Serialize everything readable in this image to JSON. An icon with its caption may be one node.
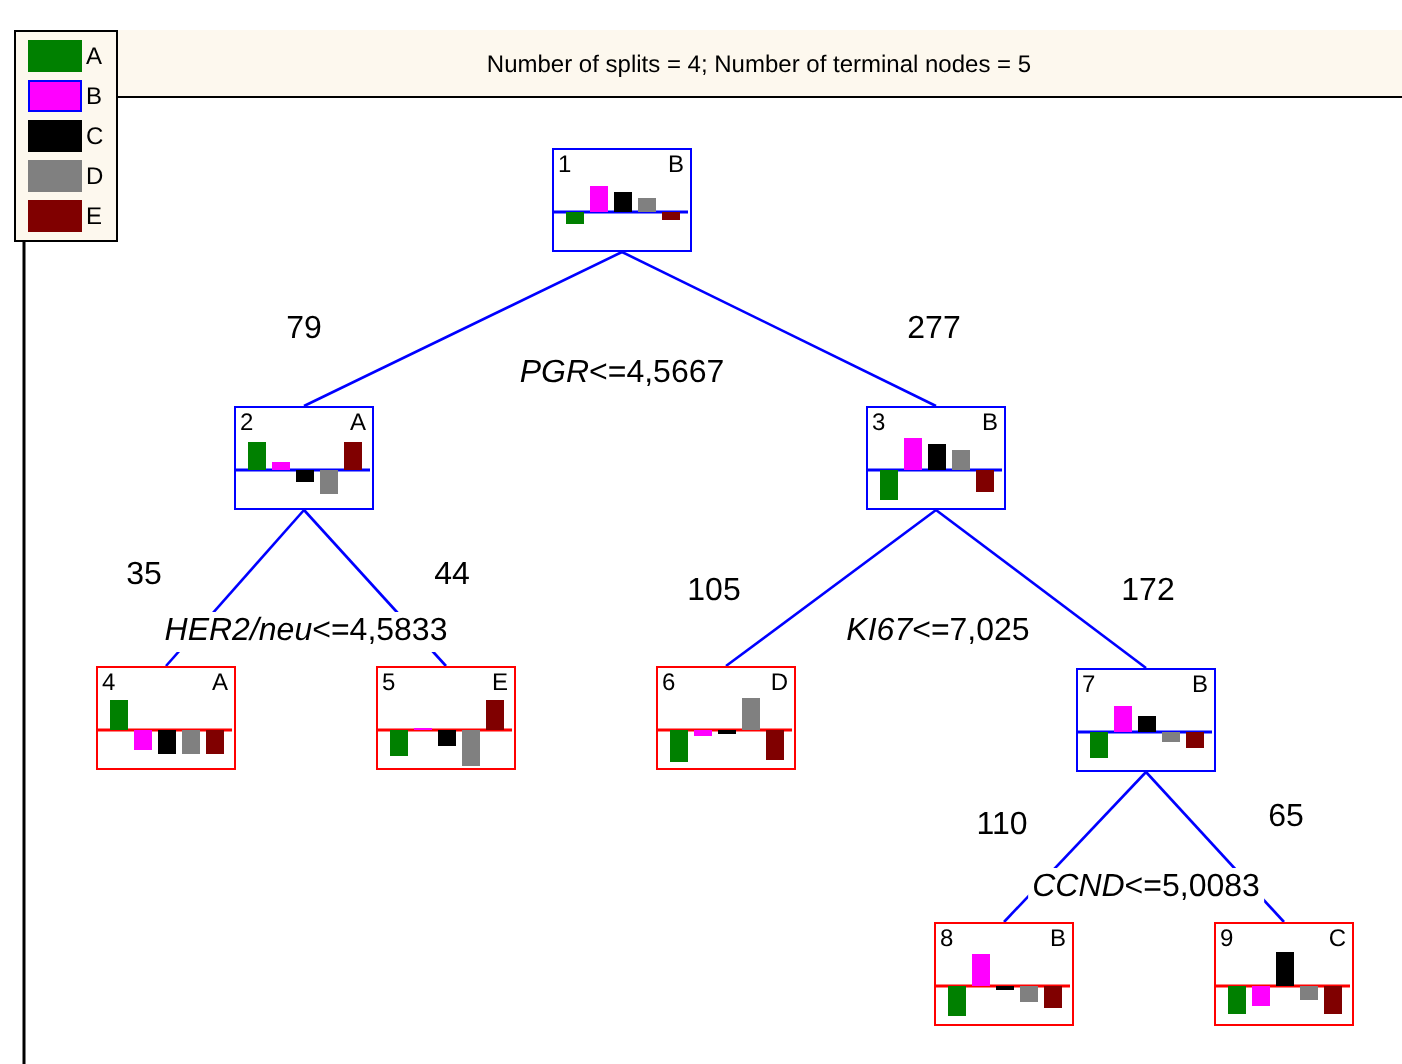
{
  "diagram": {
    "title": "Number of splits = 4; Number of terminal nodes = 5",
    "nodes": [
      {
        "text": [
          "1",
          "B"
        ]
      },
      {
        "text": [
          "2",
          "A"
        ]
      },
      {
        "text": [
          "3",
          "B"
        ]
      },
      {
        "text": [
          "4",
          "A"
        ]
      },
      {
        "text": [
          "5",
          "E"
        ]
      },
      {
        "text": [
          "6",
          "D"
        ]
      },
      {
        "text": [
          "7",
          "B"
        ]
      },
      {
        "text": [
          "8",
          "B"
        ]
      },
      {
        "text": [
          "9",
          "C"
        ]
      }
    ],
    "edges": [
      {
        "from": 0,
        "to": 1,
        "arrow": "none",
        "label": "79"
      },
      {
        "from": 0,
        "to": 2,
        "arrow": "none",
        "label": "277"
      },
      {
        "from": 1,
        "to": 3,
        "arrow": "none",
        "label": "35"
      },
      {
        "from": 1,
        "to": 4,
        "arrow": "none",
        "label": "44"
      },
      {
        "from": 2,
        "to": 5,
        "arrow": "none",
        "label": "105"
      },
      {
        "from": 2,
        "to": 6,
        "arrow": "none",
        "label": "172"
      },
      {
        "from": 6,
        "to": 7,
        "arrow": "none",
        "label": "110"
      },
      {
        "from": 6,
        "to": 8,
        "arrow": "none",
        "label": "65"
      }
    ],
    "labels": [
      "*PGR*<=4,5667",
      "*HER2/neu*<=4,5833",
      "*KI67*<=7,025",
      "*CCND*<=5,0083"
    ],
    "legend": [
      {
        "text": "A",
        "color": "#008000"
      },
      {
        "text": "B",
        "color": "#ff00ff"
      },
      {
        "text": "C",
        "color": "#000000"
      },
      {
        "text": "D",
        "color": "#808080"
      },
      {
        "text": "E",
        "color": "#800000"
      }
    ]
  }
}
